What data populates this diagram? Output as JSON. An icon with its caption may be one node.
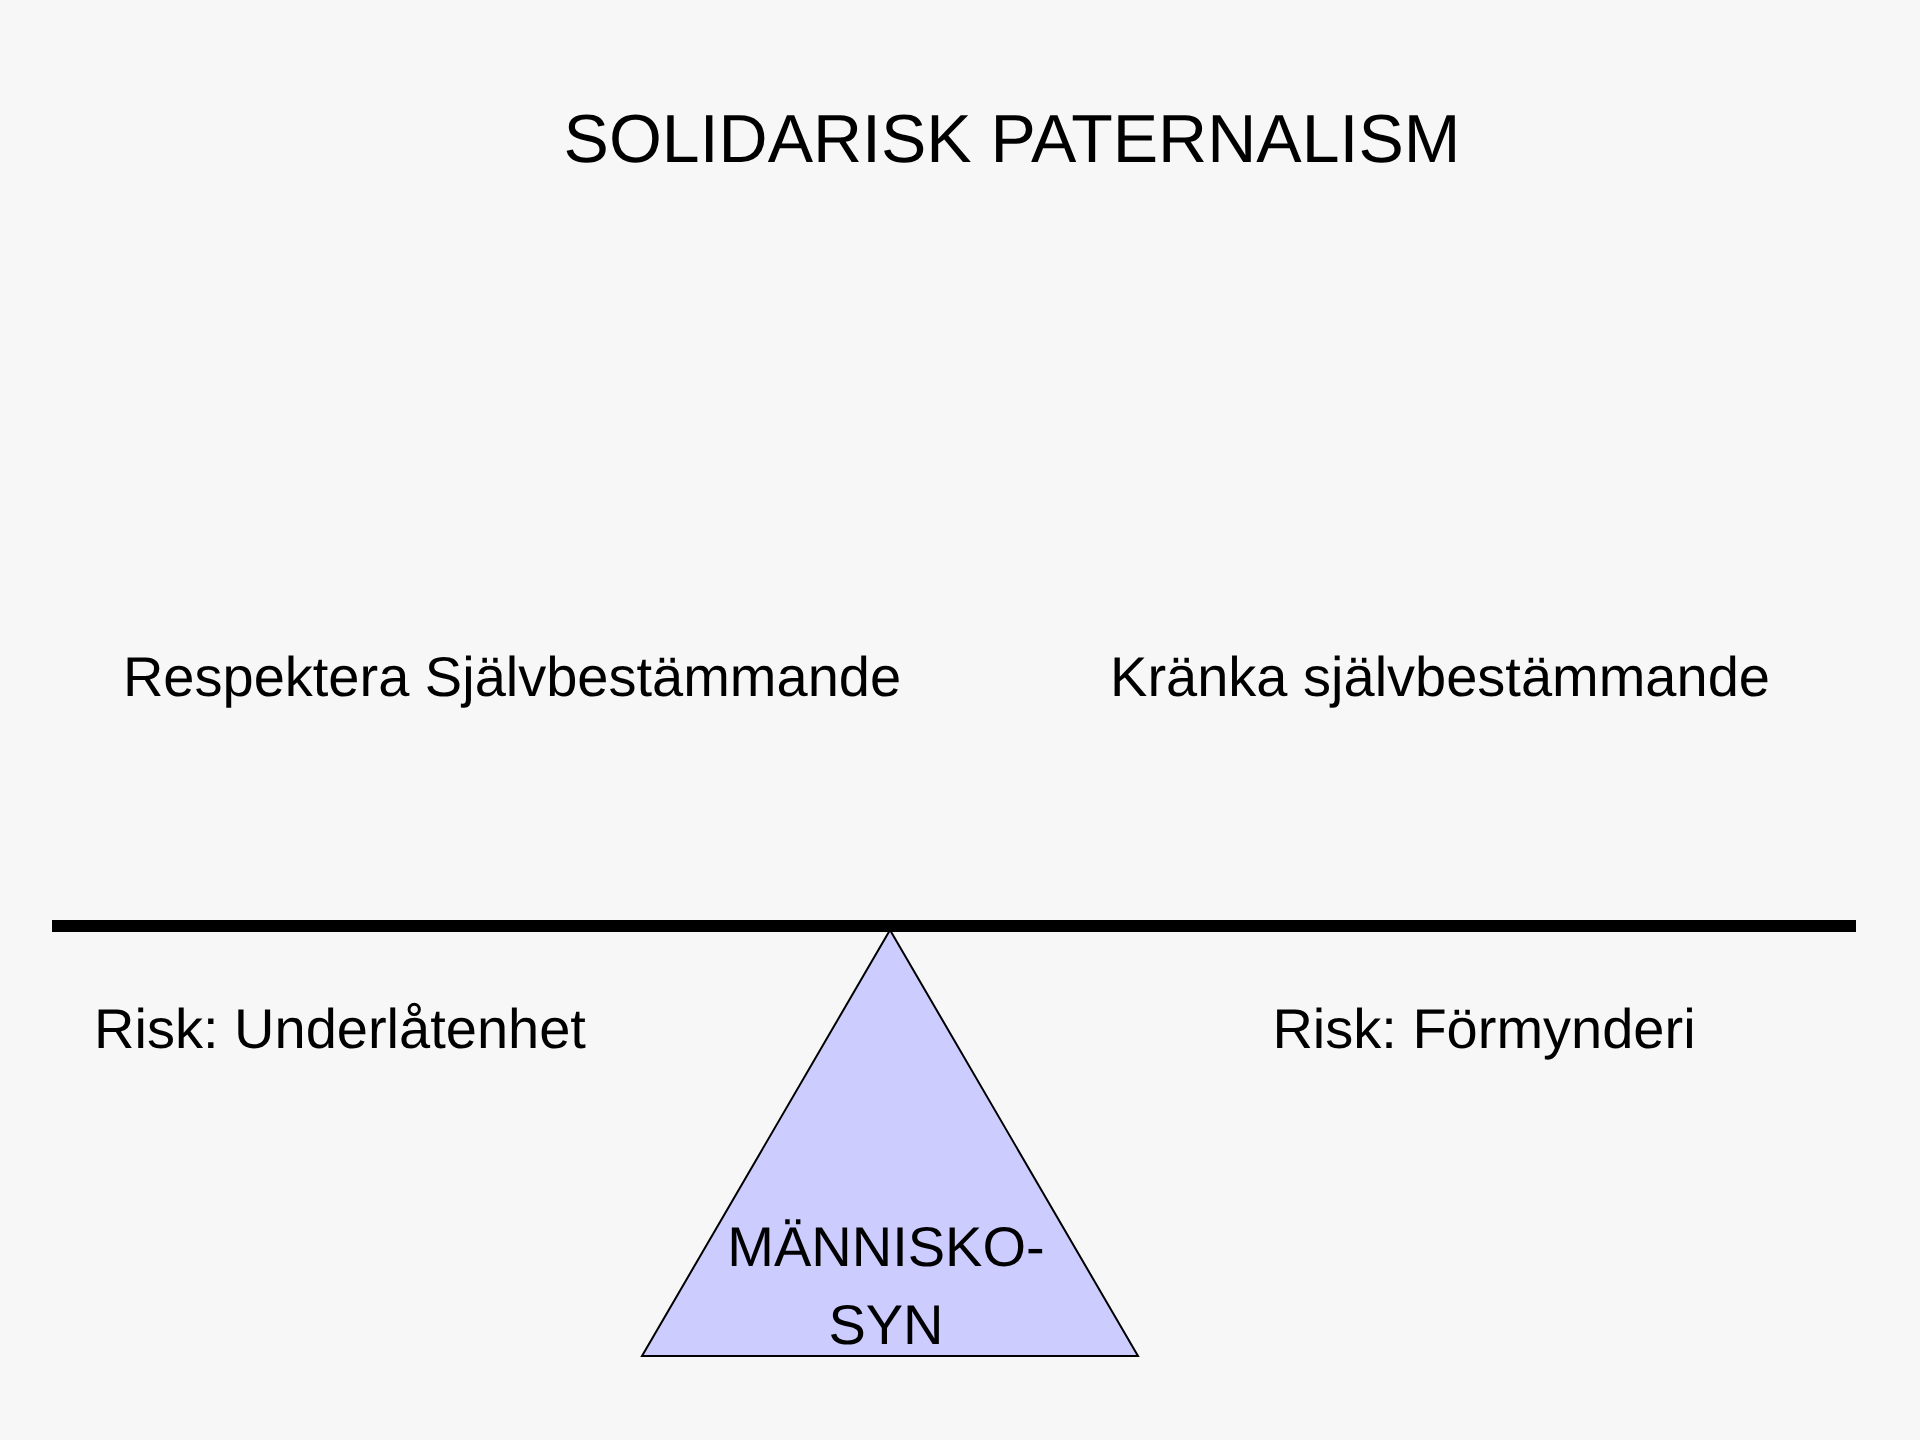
{
  "diagram": {
    "title": "SOLIDARISK PATERNALISM",
    "nodes": [
      {
        "text": [
          "MÄNNISKO- SYN"
        ]
      }
    ],
    "labels": [
      "Respektera Självbestämmande",
      "Kränka självbestämmande",
      "Risk: Underlåtenhet",
      "Risk: Förmynderi"
    ]
  }
}
